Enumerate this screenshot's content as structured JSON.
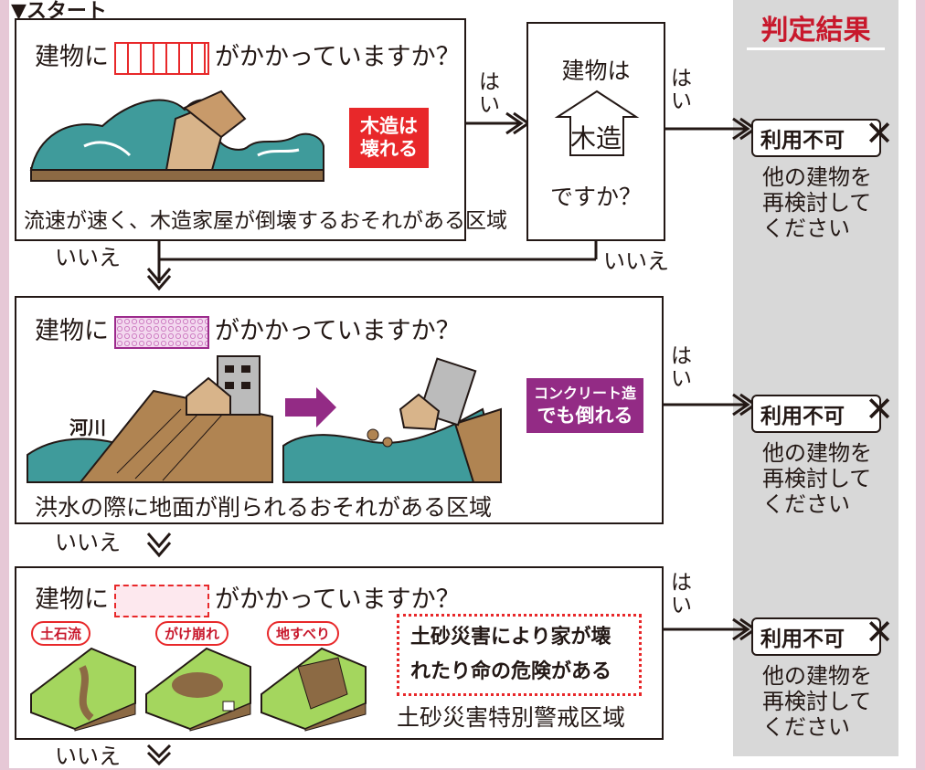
{
  "start_label": "▼スタート",
  "side_title": "判定結果",
  "swatch_sep": "",
  "section1": {
    "question_prefix": "建物に",
    "question_suffix": "がかかっていますか？",
    "badge_line1": "木造は",
    "badge_line2": "壊れる",
    "caption": "流速が速く、木造家屋が倒壊するおそれがある区域",
    "yes_label": "は\nい",
    "no_label": "いいえ"
  },
  "wood_check": {
    "top": "建物は",
    "middle": "木造",
    "bottom": "ですか？",
    "yes_label": "は\nい",
    "no_label": "いいえ"
  },
  "section2": {
    "question_prefix": "建物に",
    "question_suffix": "がかかっていますか？",
    "river_label": "河川",
    "badge_line1": "コンクリート造",
    "badge_line2": "でも倒れる",
    "caption": "洪水の際に地面が削られるおそれがある区域",
    "yes_label": "は\nい",
    "no_label": "いいえ"
  },
  "section3": {
    "question_prefix": "建物に",
    "question_suffix": "がかかっていますか？",
    "pill1": "土石流",
    "pill2": "がけ崩れ",
    "pill3": "地すべり",
    "warn_line1": "土砂災害により家が壊",
    "warn_line2": "れたり命の危険がある",
    "caption": "土砂災害特別警戒区域",
    "yes_label": "は\nい",
    "no_label": "いいえ"
  },
  "results": [
    {
      "badge": "利用不可",
      "line1": "他の建物を",
      "line2": "再検討して",
      "line3": "ください"
    },
    {
      "badge": "利用不可",
      "line1": "他の建物を",
      "line2": "再検討して",
      "line3": "ください"
    },
    {
      "badge": "利用不可",
      "line1": "他の建物を",
      "line2": "再検討して",
      "line3": "ください"
    }
  ],
  "colors": {
    "flood_red": "#e8282a",
    "erosion_purple": "#932b85",
    "landslide_pink": "#fde8ee",
    "water": "#3f9b9b",
    "side_panel": "#d8d8d8",
    "title_red": "#c8182c"
  }
}
